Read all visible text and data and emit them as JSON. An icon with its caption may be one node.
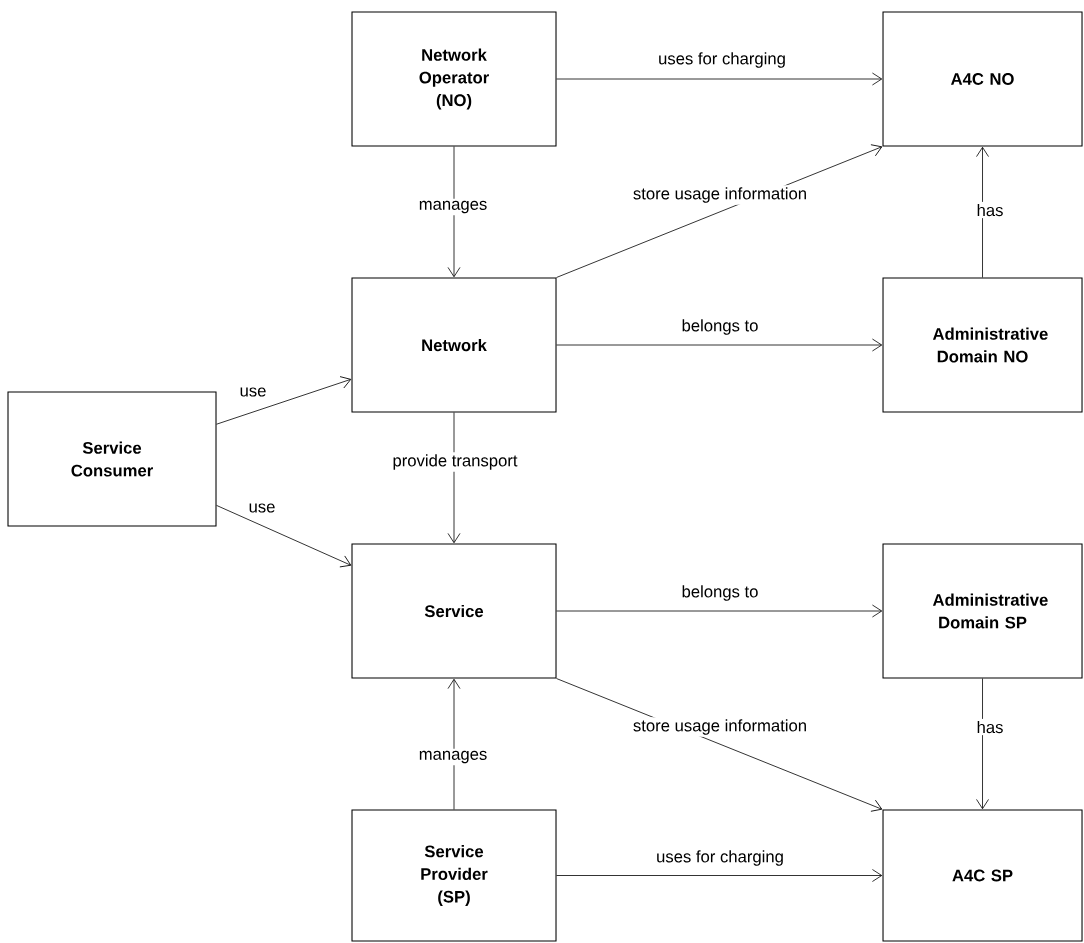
{
  "diagram": {
    "nodes": [
      {
        "text": [
          "Network Operator (NO)"
        ]
      },
      {
        "text": [
          "A4C NO"
        ]
      },
      {
        "text": [
          "Network"
        ]
      },
      {
        "text": [
          "Administrative Domain NO"
        ]
      },
      {
        "text": [
          "Service Consumer"
        ]
      },
      {
        "text": [
          "Service"
        ]
      },
      {
        "text": [
          "Administrative Domain SP"
        ]
      },
      {
        "text": [
          "Service Provider (SP)"
        ]
      },
      {
        "text": [
          "A4C SP"
        ]
      }
    ],
    "edges": [
      {
        "from": 0,
        "to": 1,
        "arrow": "to",
        "label": "uses for charging"
      },
      {
        "from": 0,
        "to": 2,
        "arrow": "to",
        "label": "manages"
      },
      {
        "from": 2,
        "to": 1,
        "arrow": "to",
        "label": "store usage information"
      },
      {
        "from": 2,
        "to": 3,
        "arrow": "to",
        "label": "belongs to"
      },
      {
        "from": 3,
        "to": 1,
        "arrow": "to",
        "label": "has"
      },
      {
        "from": 4,
        "to": 2,
        "arrow": "to",
        "label": "use"
      },
      {
        "from": 4,
        "to": 5,
        "arrow": "to",
        "label": "use"
      },
      {
        "from": 2,
        "to": 5,
        "arrow": "to",
        "label": "provide transport"
      },
      {
        "from": 5,
        "to": 6,
        "arrow": "to",
        "label": "belongs to"
      },
      {
        "from": 5,
        "to": 8,
        "arrow": "to",
        "label": "store usage information"
      },
      {
        "from": 6,
        "to": 8,
        "arrow": "to",
        "label": "has"
      },
      {
        "from": 7,
        "to": 5,
        "arrow": "to",
        "label": "manages"
      },
      {
        "from": 7,
        "to": 8,
        "arrow": "to",
        "label": "uses for charging"
      }
    ]
  }
}
